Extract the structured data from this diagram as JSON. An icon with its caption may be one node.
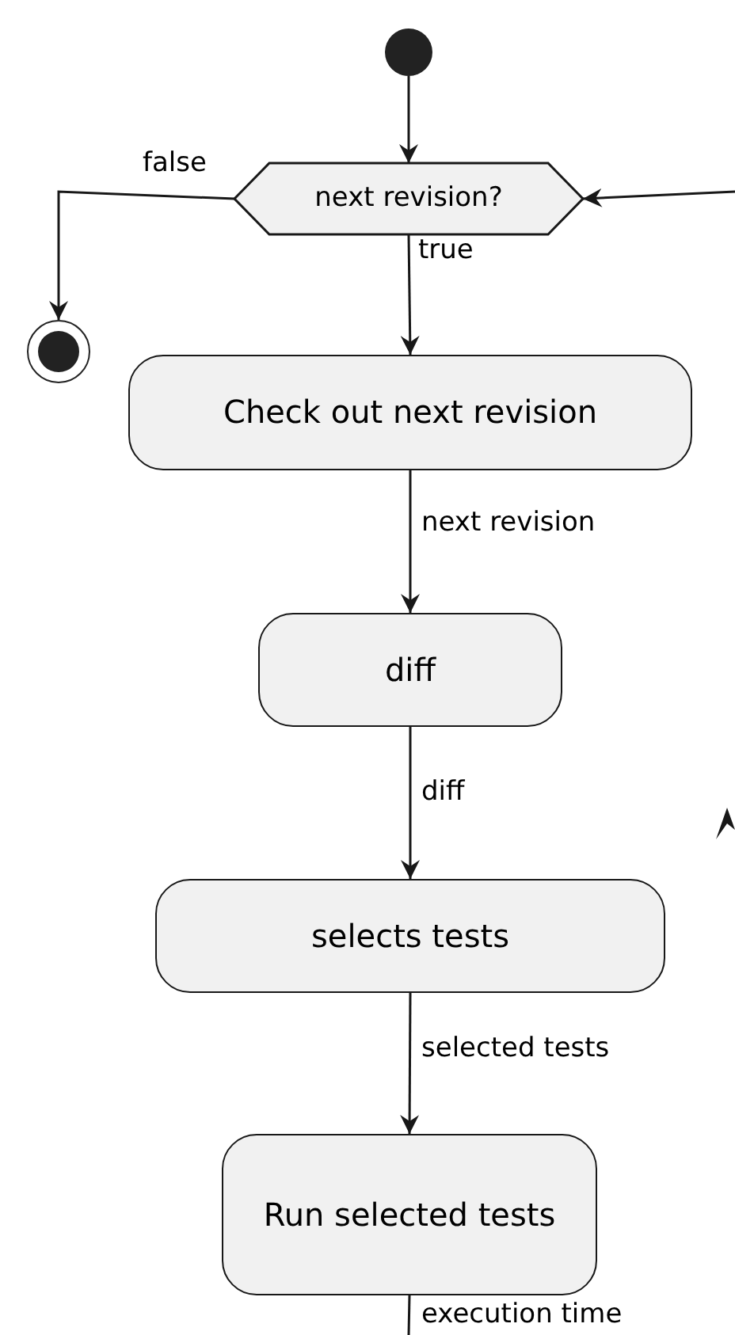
{
  "diagram": {
    "nodes": [
      {
        "text": [],
        "shape": "circle"
      },
      {
        "text": [
          "next revision?"
        ]
      },
      {
        "text": [],
        "shape": "circle"
      },
      {
        "text": [
          "Check out next revision"
        ]
      },
      {
        "text": [
          "diff"
        ]
      },
      {
        "text": [
          "selects tests"
        ]
      },
      {
        "text": [
          "Run selected tests"
        ]
      }
    ],
    "edges": [
      {
        "from": 0,
        "to": 1,
        "arrow": "to"
      },
      {
        "from": 1,
        "to": 2,
        "arrow": "to",
        "label": "false"
      },
      {
        "from": 1,
        "to": 3,
        "arrow": "to",
        "label": "true"
      },
      {
        "from": 3,
        "to": 4,
        "arrow": "to",
        "label": "next revision"
      },
      {
        "from": 4,
        "to": 5,
        "arrow": "to",
        "label": "diff"
      },
      {
        "from": 5,
        "to": 6,
        "arrow": "to",
        "label": "selected tests"
      },
      {
        "from": 6,
        "to": null,
        "arrow": "none",
        "label": "execution time"
      },
      {
        "from": null,
        "to": 1,
        "arrow": "to"
      }
    ]
  }
}
